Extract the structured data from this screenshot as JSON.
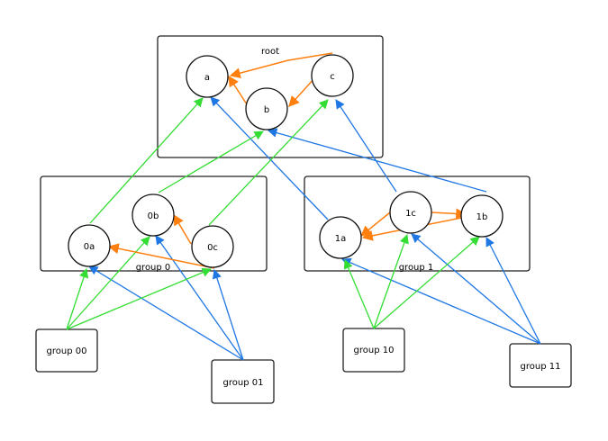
{
  "groups": {
    "root": "root",
    "group0": "group 0",
    "group1": "group 1",
    "group00": "group 00",
    "group01": "group 01",
    "group10": "group 10",
    "group11": "group 11"
  },
  "nodes": {
    "a": "a",
    "b": "b",
    "c": "c",
    "n0a": "0a",
    "n0b": "0b",
    "n0c": "0c",
    "n1a": "1a",
    "n1b": "1b",
    "n1c": "1c"
  },
  "colors": {
    "orange_edge": "#ff7f0e",
    "green_edge": "#33dd33",
    "blue_edge": "#1f77e4",
    "border": "#222222"
  }
}
